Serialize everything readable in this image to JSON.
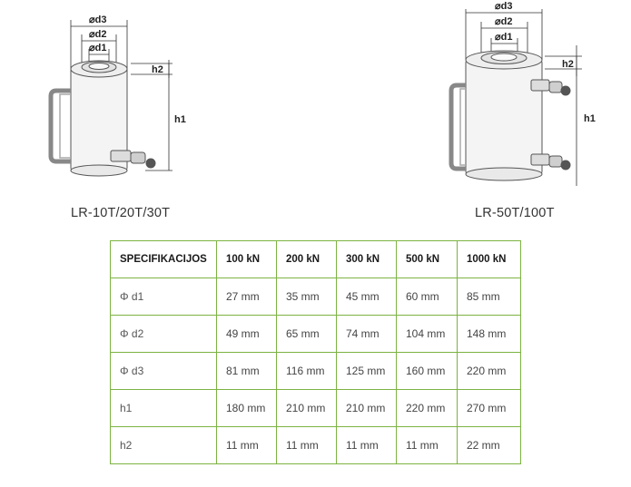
{
  "drawings": {
    "left": {
      "labels": {
        "d3": "⌀d3",
        "d2": "⌀d2",
        "d1": "⌀d1",
        "h2": "h2",
        "h1": "h1"
      }
    },
    "right": {
      "labels": {
        "d3": "⌀d3",
        "d2": "⌀d2",
        "d1": "⌀d1",
        "h2": "h2",
        "h1": "h1"
      }
    }
  },
  "captions": {
    "left": "LR-10T/20T/30T",
    "right": "LR-50T/100T"
  },
  "table": {
    "headers": [
      "SPECIFIKACIJOS",
      "100 kN",
      "200 kN",
      "300 kN",
      "500 kN",
      "1000 kN"
    ],
    "rows": [
      {
        "label": "Φ d1",
        "values": [
          "27 mm",
          "35 mm",
          "45 mm",
          "60 mm",
          "85 mm"
        ]
      },
      {
        "label": "Φ d2",
        "values": [
          "49 mm",
          "65 mm",
          "74 mm",
          "104 mm",
          "148 mm"
        ]
      },
      {
        "label": "Φ d3",
        "values": [
          "81 mm",
          "116 mm",
          "125 mm",
          "160 mm",
          "220 mm"
        ]
      },
      {
        "label": "h1",
        "values": [
          "180 mm",
          "210 mm",
          "210 mm",
          "220 mm",
          "270 mm"
        ]
      },
      {
        "label": "h2",
        "values": [
          "11 mm",
          "11 mm",
          "11 mm",
          "11 mm",
          "22 mm"
        ]
      }
    ]
  },
  "colors": {
    "table_border": "#7cb342"
  }
}
